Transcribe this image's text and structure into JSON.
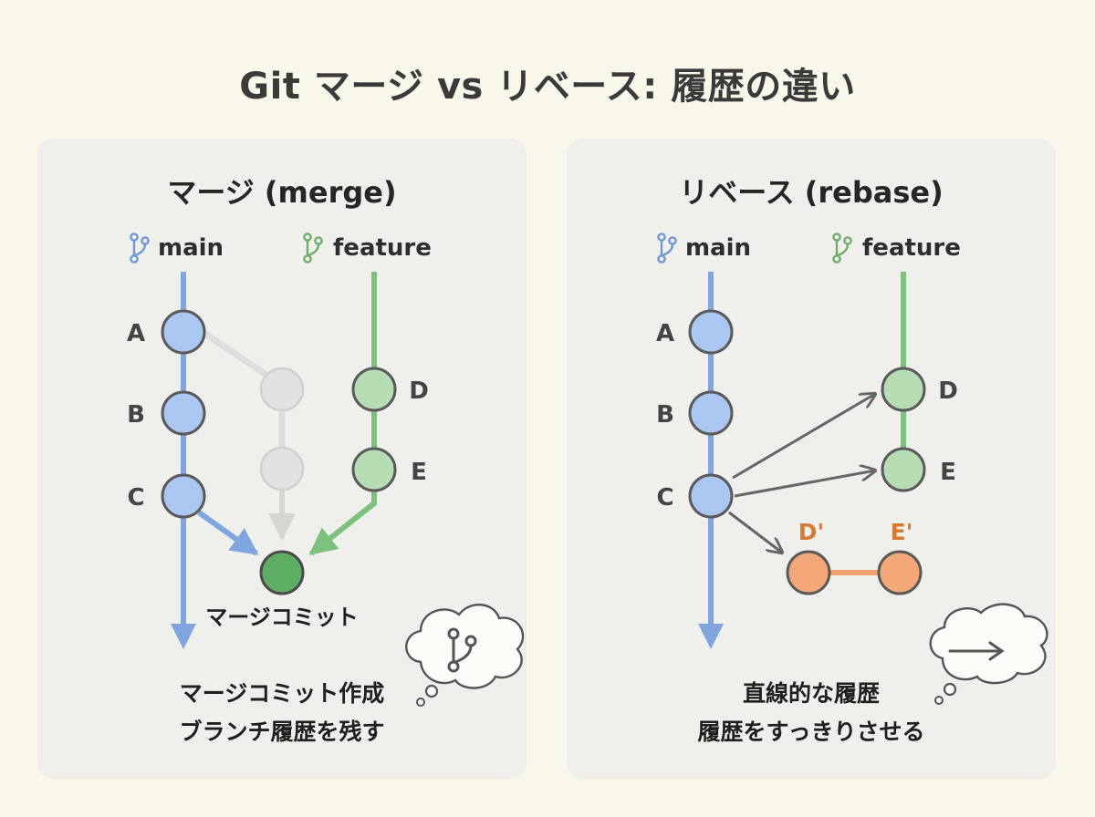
{
  "title": "Git マージ vs リベース: 履歴の違い",
  "merge": {
    "heading": "マージ (merge)",
    "branch_main": "main",
    "branch_feature": "feature",
    "commits": [
      "A",
      "B",
      "C",
      "D",
      "E"
    ],
    "merge_commit_label": "マージコミット",
    "caption_line1": "マージコミット作成",
    "caption_line2": "ブランチ履歴を残す",
    "bubble_icon": "git-branch-icon"
  },
  "rebase": {
    "heading": "リベース (rebase)",
    "branch_main": "main",
    "branch_feature": "feature",
    "commits": [
      "A",
      "B",
      "C",
      "D",
      "E"
    ],
    "rebased_commits": [
      "D'",
      "E'"
    ],
    "caption_line1": "直線的な履歴",
    "caption_line2": "履歴をすっきりさせる",
    "bubble_icon": "arrow-right-icon"
  },
  "colors": {
    "background": "#f8f7ea",
    "panel": "#efefeb",
    "main_blue": "#7fa6de",
    "node_blue": "#a9c7f0",
    "feature_green": "#7cc17c",
    "node_green": "#b6ddb3",
    "merge_commit": "#5dae62",
    "ghost_gray": "#dededc",
    "rebase_orange": "#f2a370",
    "orange_text": "#d97a32",
    "outline": "#595959"
  }
}
